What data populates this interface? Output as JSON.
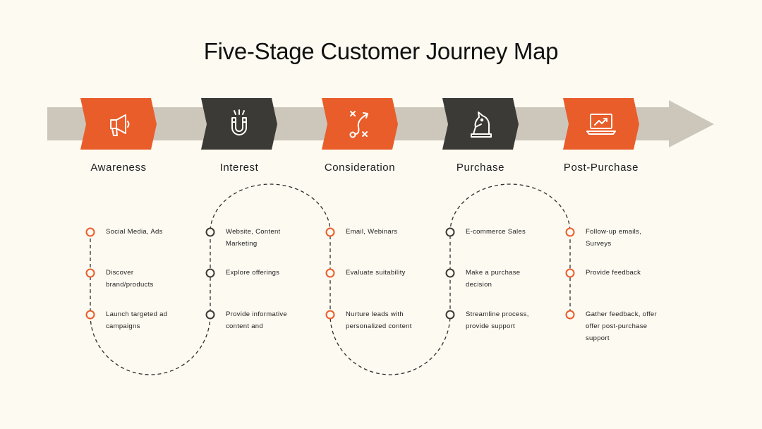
{
  "title": "Five-Stage Customer Journey Map",
  "colors": {
    "background": "#fdfaf1",
    "arrow": "#cdc7bb",
    "accent": "#e95d2a",
    "dark": "#3b3a36",
    "path": "#2e2e2e"
  },
  "stages": [
    {
      "label": "Awareness",
      "icon": "megaphone-icon",
      "tone": "accent",
      "items": [
        "Social Media, Ads",
        "Discover brand/products",
        "Launch targeted ad campaigns"
      ]
    },
    {
      "label": "Interest",
      "icon": "magnet-icon",
      "tone": "dark",
      "items": [
        "Website, Content Marketing",
        "Explore offerings",
        "Provide informative content and"
      ]
    },
    {
      "label": "Consideration",
      "icon": "strategy-icon",
      "tone": "accent",
      "items": [
        "Email, Webinars",
        "Evaluate suitability",
        "Nurture leads with personalized content"
      ]
    },
    {
      "label": "Purchase",
      "icon": "chess-knight-icon",
      "tone": "dark",
      "items": [
        "E-commerce Sales",
        "Make a purchase decision",
        "Streamline process, provide support"
      ]
    },
    {
      "label": "Post-Purchase",
      "icon": "laptop-chart-icon",
      "tone": "accent",
      "items": [
        "Follow-up emails, Surveys",
        "Provide feedback",
        "Gather feedback, offer offer post-purchase support"
      ]
    }
  ]
}
